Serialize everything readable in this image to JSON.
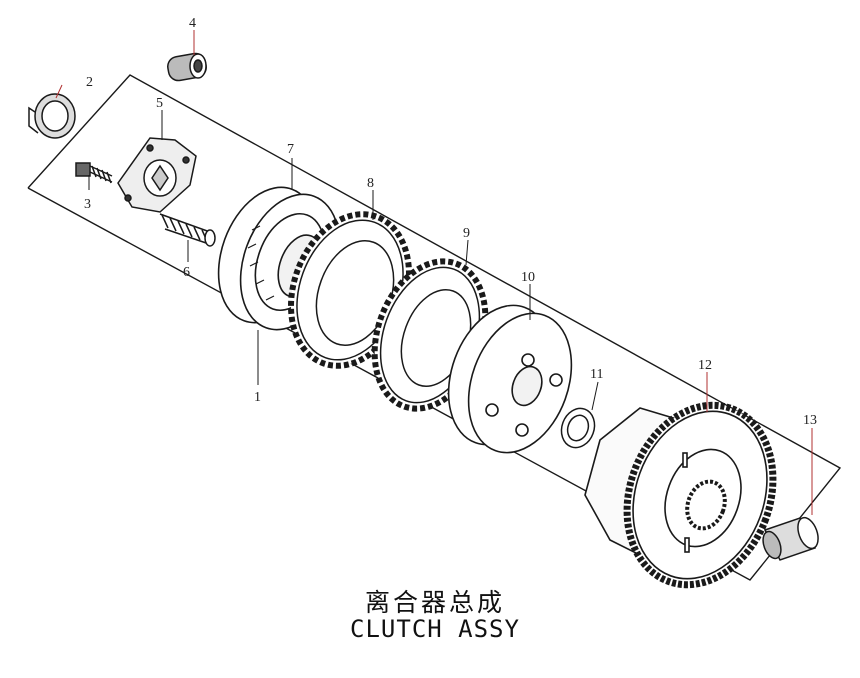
{
  "diagram": {
    "title_cn": "离合器总成",
    "title_en": "CLUTCH ASSY",
    "callouts": [
      {
        "id": "1",
        "label": "1"
      },
      {
        "id": "2",
        "label": "2"
      },
      {
        "id": "3",
        "label": "3"
      },
      {
        "id": "4",
        "label": "4"
      },
      {
        "id": "5",
        "label": "5"
      },
      {
        "id": "6",
        "label": "6"
      },
      {
        "id": "7",
        "label": "7"
      },
      {
        "id": "8",
        "label": "8"
      },
      {
        "id": "9",
        "label": "9"
      },
      {
        "id": "10",
        "label": "10"
      },
      {
        "id": "11",
        "label": "11"
      },
      {
        "id": "12",
        "label": "12"
      },
      {
        "id": "13",
        "label": "13"
      }
    ],
    "colors": {
      "line": "#1a1a1a",
      "leader_red": "#b03030",
      "label": "#222222"
    }
  }
}
